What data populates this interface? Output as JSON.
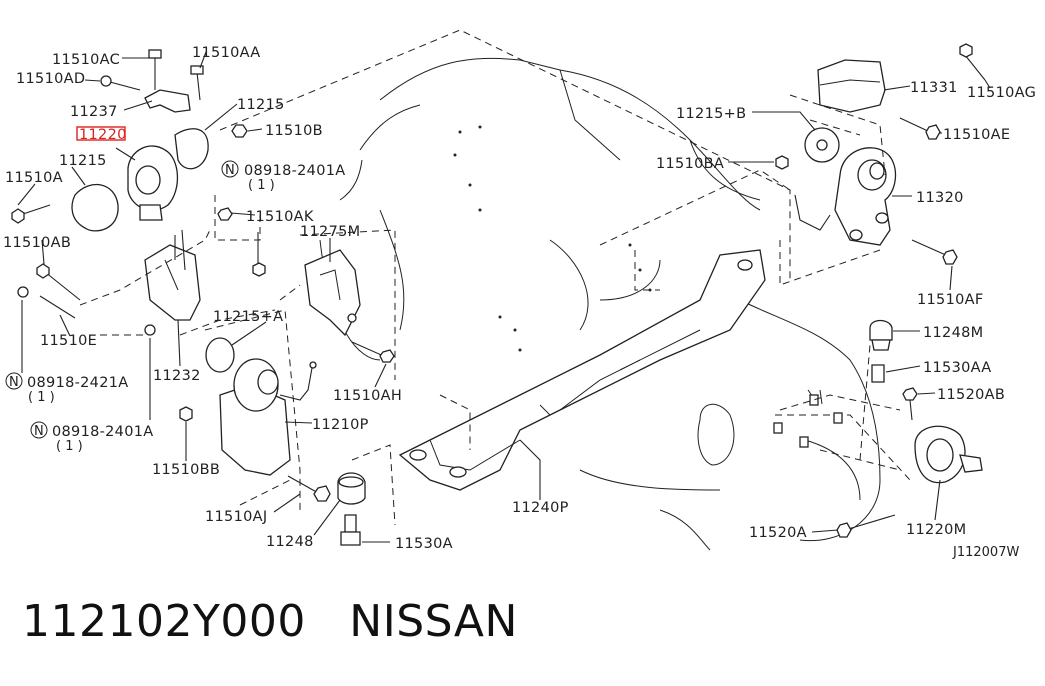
{
  "diagram": {
    "labels": {
      "l_11510AC": "11510AC",
      "l_11510AA": "11510AA",
      "l_11510AD": "11510AD",
      "l_11237": "11237",
      "l_11215_top": "11215",
      "l_11510B": "11510B",
      "l_11220": "11220",
      "l_11215_left": "11215",
      "l_08918_2401A_a": "08918-2401A",
      "l_qty1_a": "( 1 )",
      "l_11510A": "11510A",
      "l_11510AB": "11510AB",
      "l_11510AK": "11510AK",
      "l_11275M": "11275M",
      "l_11510E": "11510E",
      "l_08918_2421A": "08918-2421A",
      "l_qty1_b": "( 1 )",
      "l_11232": "11232",
      "l_08918_2401A_b": "08918-2401A",
      "l_qty1_c": "( 1 )",
      "l_11215A": "11215+A",
      "l_11510AH": "11510AH",
      "l_11210P": "11210P",
      "l_11510BB": "11510BB",
      "l_11510AJ": "11510AJ",
      "l_11248_bottom": "11248",
      "l_11530A": "11530A",
      "l_11240P": "11240P",
      "l_11331": "11331",
      "l_11510AG": "11510AG",
      "l_11215B": "11215+B",
      "l_11510AE": "11510AE",
      "l_11510BA": "11510BA",
      "l_11320": "11320",
      "l_11510AF": "11510AF",
      "l_11248M": "11248M",
      "l_11530AA": "11530AA",
      "l_11520AB": "11520AB",
      "l_11520A": "11520A",
      "l_11220M": "11220M",
      "l_code": "J112007W",
      "nut_symbol": "N"
    },
    "highlight_color": "#e02020"
  },
  "footer": {
    "part_number": "112102Y000",
    "brand": "NISSAN"
  }
}
